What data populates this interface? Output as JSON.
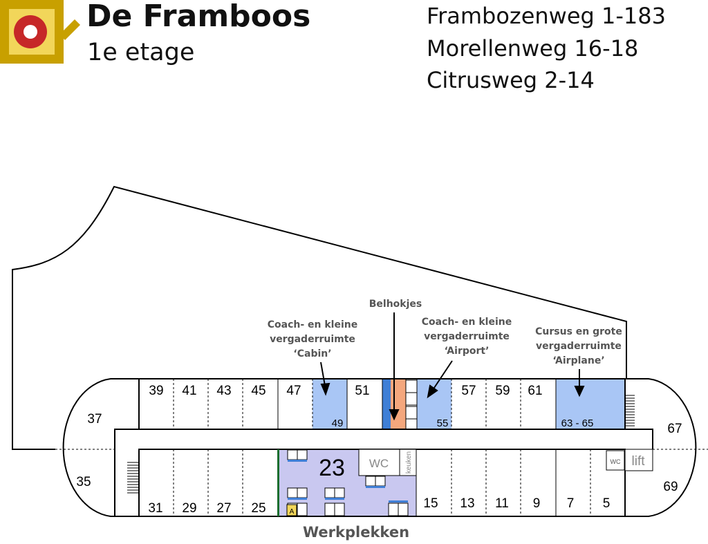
{
  "header": {
    "title": "De Framboos",
    "subtitle": "1e etage",
    "addresses": [
      "Frambozenweg 1-183",
      "Morellenweg 16-18",
      "Citrusweg 2-14"
    ]
  },
  "colors": {
    "logo_gold": "#c8a000",
    "logo_red": "#c62828",
    "meeting_blue": "#a9c6f5",
    "phone_booth_orange": "#f4a77d",
    "workspace_lavender": "#c9c8f0",
    "door_green": "#1b6e2e",
    "window_blue": "#3f7fd6",
    "label_gray": "#555555"
  },
  "callouts": {
    "cabin": [
      "Coach- en kleine",
      "vergaderruimte",
      "‘Cabin’"
    ],
    "belhokjes": [
      "Belhokjes"
    ],
    "airport": [
      "Coach- en kleine",
      "vergaderruimte",
      "‘Airport’"
    ],
    "airplane": [
      "Cursus en grote",
      "vergaderruimte",
      "‘Airplane’"
    ]
  },
  "rooms": {
    "top_row": [
      "39",
      "41",
      "43",
      "45",
      "47",
      "51",
      "57",
      "59",
      "61"
    ],
    "top_sub": [
      "49",
      "55",
      "63 - 65"
    ],
    "bottom_row": [
      "31",
      "29",
      "27",
      "25",
      "15",
      "13",
      "11",
      "9",
      "7",
      "5"
    ],
    "ends": [
      "37",
      "35",
      "67",
      "69"
    ],
    "workspace_room": "23",
    "wc": "WC",
    "small_wc": "WC",
    "kitchen": "keuken",
    "lift": "lift",
    "a_marker": "A"
  },
  "footer_label": "Werkplekken"
}
